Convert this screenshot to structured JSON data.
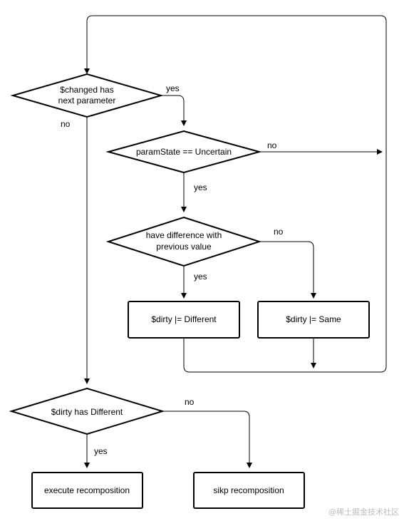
{
  "nodes": {
    "changed_has_next": {
      "line1": "$changed has",
      "line2": "next parameter"
    },
    "param_state": {
      "label": "paramState == Uncertain"
    },
    "have_difference": {
      "line1": "have difference with",
      "line2": "previous value"
    },
    "dirty_different": {
      "label": "$dirty |= Different"
    },
    "dirty_same": {
      "label": "$dirty |= Same"
    },
    "dirty_has_different": {
      "label": "$dirty has Different"
    },
    "execute": {
      "label": "execute recomposition"
    },
    "skip": {
      "label": "sikp recomposition"
    }
  },
  "edges": {
    "changed_yes": "yes",
    "changed_no": "no",
    "param_no": "no",
    "param_yes": "yes",
    "diff_no": "no",
    "diff_yes": "yes",
    "dirty_no": "no",
    "dirty_yes": "yes"
  },
  "watermark": "@稀土掘金技术社区"
}
